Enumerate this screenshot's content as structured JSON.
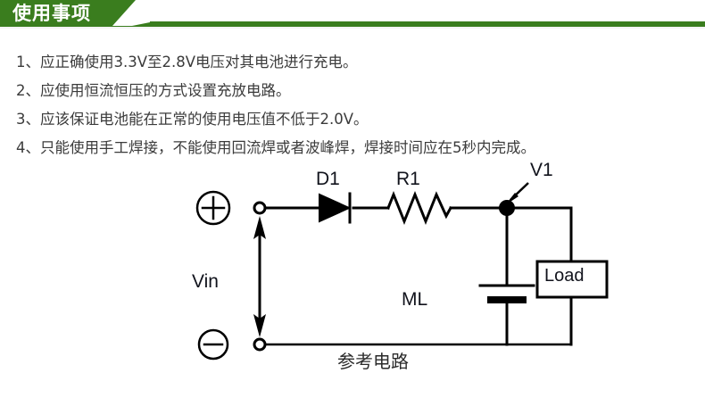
{
  "header": {
    "title": "使用事项",
    "band_color": "#3a7d1e",
    "text_color": "#ffffff"
  },
  "notes": {
    "items": [
      "1、应正确使用3.3V至2.8V电压对其电池进行充电。",
      "2、应使用恒流恒压的方式设置充放电路。",
      "3、应该保证电池能在正常的使用电压值不低于2.0V。",
      "4、只能使用手工焊接，不能使用回流焊或者波峰焊，焊接时间应在5秒内完成。"
    ]
  },
  "circuit": {
    "caption": "参考电路",
    "labels": {
      "diode": "D1",
      "resistor": "R1",
      "node": "V1",
      "input_voltage": "Vin",
      "battery": "ML",
      "load": "Load",
      "terminal_positive": "+",
      "terminal_negative": "-"
    },
    "line_color": "#000000",
    "text_color": "#11131c"
  }
}
